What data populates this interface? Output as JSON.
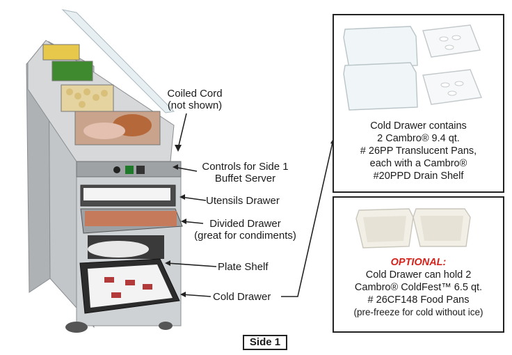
{
  "callouts": {
    "coiled_cord": [
      "Coiled Cord",
      "(not shown)"
    ],
    "controls": [
      "Controls for Side 1",
      "Buffet Server"
    ],
    "utensils": "Utensils Drawer",
    "divided": [
      "Divided Drawer",
      "(great for condiments)"
    ],
    "plate_shelf": "Plate Shelf",
    "cold_drawer": "Cold Drawer"
  },
  "box1": {
    "lines": [
      "Cold Drawer contains",
      "2 Cambro® 9.4 qt.",
      "# 26PP Translucent Pans,",
      "each with a Cambro®",
      "#20PPD Drain Shelf"
    ]
  },
  "box2": {
    "optional": "OPTIONAL:",
    "lines": [
      "Cold Drawer can hold 2",
      "Cambro® ColdFest™ 6.5 qt.",
      "# 26CF148 Food Pans",
      "(pre-freeze for cold without ice)"
    ]
  },
  "side_label": "Side 1",
  "colors": {
    "accent_red": "#d2231c",
    "border": "#222222",
    "steel": "#b9bcbe"
  }
}
